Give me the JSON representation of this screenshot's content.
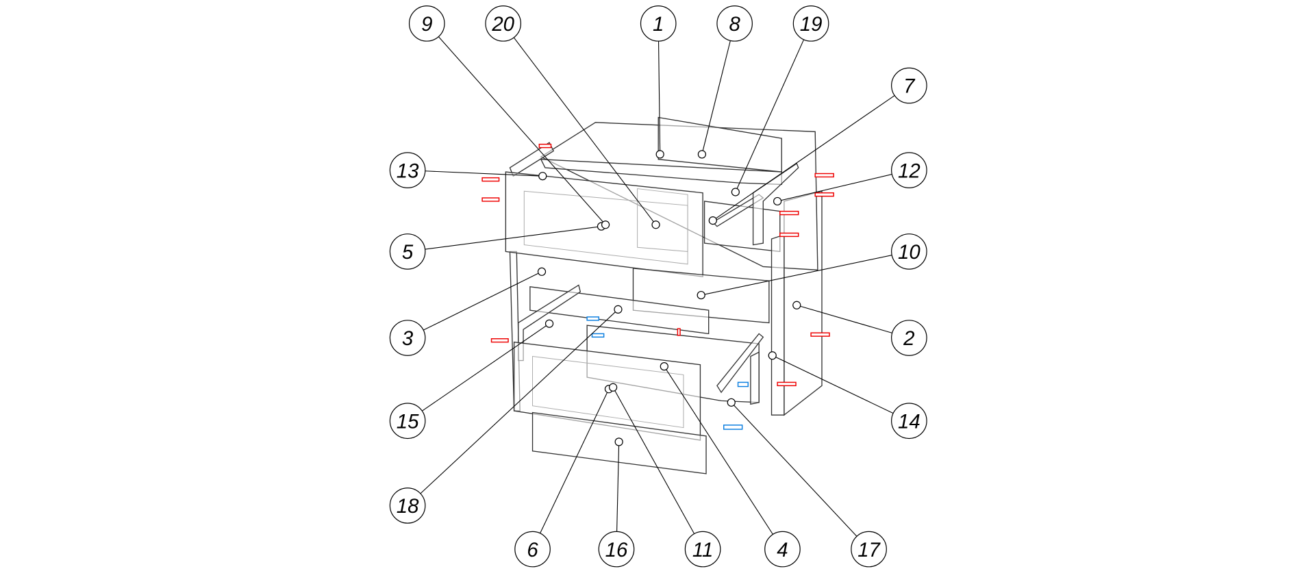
{
  "diagram": {
    "type": "exploded-assembly",
    "callouts": [
      "1",
      "2",
      "3",
      "4",
      "5",
      "6",
      "7",
      "8",
      "9",
      "10",
      "11",
      "12",
      "13",
      "14",
      "15",
      "16",
      "17",
      "18",
      "19",
      "20"
    ]
  },
  "colors": {
    "screw": "#e00000",
    "dowel": "#0a7ee0",
    "line": "#333333"
  }
}
